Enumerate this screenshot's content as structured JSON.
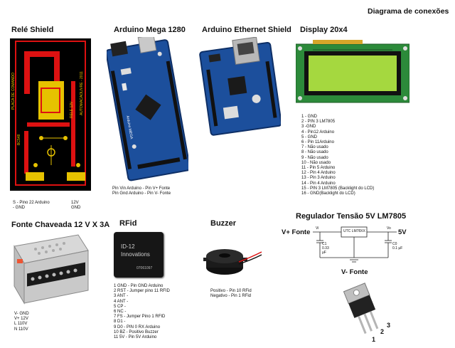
{
  "page_title": "Diagrama de conexões",
  "sections": {
    "rele": {
      "title": "Relé Shield",
      "board_labels": [
        "PLACA DE COMANDO",
        "AUTOMACAOLIVRE - 2011",
        "RELE 12V",
        "BC548"
      ],
      "notes_left": [
        "S - Pino 22 Arduino",
        "- GND"
      ],
      "notes_right": [
        "12V",
        "GND"
      ]
    },
    "mega": {
      "title": "Arduino Mega 1280",
      "board_label": "Arduino MEGA",
      "notes": [
        "Pin Vin Arduino - Pin V+ Fonte",
        "Pin Gnd Arduino - Pin V- Fonte"
      ]
    },
    "ethernet": {
      "title": "Arduino Ethernet Shield"
    },
    "display": {
      "title": "Display 20x4",
      "pins": [
        "1 - GND",
        "2 - PIN 3 LM7805",
        "3 -GND",
        "4 - Pin12 Arduino",
        "5 - GND",
        "6 - Pin 11Arduino",
        "7 - Não usado",
        "8 - Não usado",
        "9 - Não usado",
        "10 - Não usado",
        "11 - Pin 5 Arduino",
        "12 - Pin 4 Arduino",
        "13 - Pin 3 Arduino",
        "14 - Pin 4 Arduino",
        "15 - PIN 3 LM7805 (Backlight do LCD)",
        "16 - GND(Backlight do LCD)"
      ]
    },
    "fonte": {
      "title": "Fonte Chaveada 12 V X 3A",
      "pins": [
        "V- GND",
        "V+ 12V",
        "L 110V",
        "N 110V"
      ]
    },
    "rfid": {
      "title": "RFid",
      "chip_lines": [
        "ID-12",
        "Innovations"
      ],
      "chip_code": "07061097",
      "pins": [
        "1 GND - Pin GND Arduino",
        "2 RST - Jumper pino 11 RFID",
        "3 ANT -",
        "4 ANT -",
        "5 CP -",
        "6 NC -",
        "7 FS - Jumper Pino 1 RFID",
        "8 D1 -",
        "9 D0 - PIN 0 RX Arduino",
        "10 BZ - Positivo Buzzer",
        "11 5V - Pin 5V Arduino"
      ]
    },
    "buzzer": {
      "title": "Buzzer",
      "notes": [
        "Positivo - Pin 10 RFid",
        "Negativo - Pin 1 RFid"
      ]
    },
    "regulador": {
      "title": "Regulador Tensão 5V  LM7805",
      "v_in": "V+ Fonte",
      "v_out": "5V",
      "ground_label": "V- Fonte",
      "chip": "UTC LM78XX",
      "pin_vi": "Vi",
      "pin_vo": "Vo",
      "c1": [
        "C1",
        "0.33",
        "µF"
      ],
      "c0": [
        "C0",
        "0.1 µF"
      ],
      "pin_numbers": [
        "1",
        "2",
        "3"
      ]
    }
  }
}
